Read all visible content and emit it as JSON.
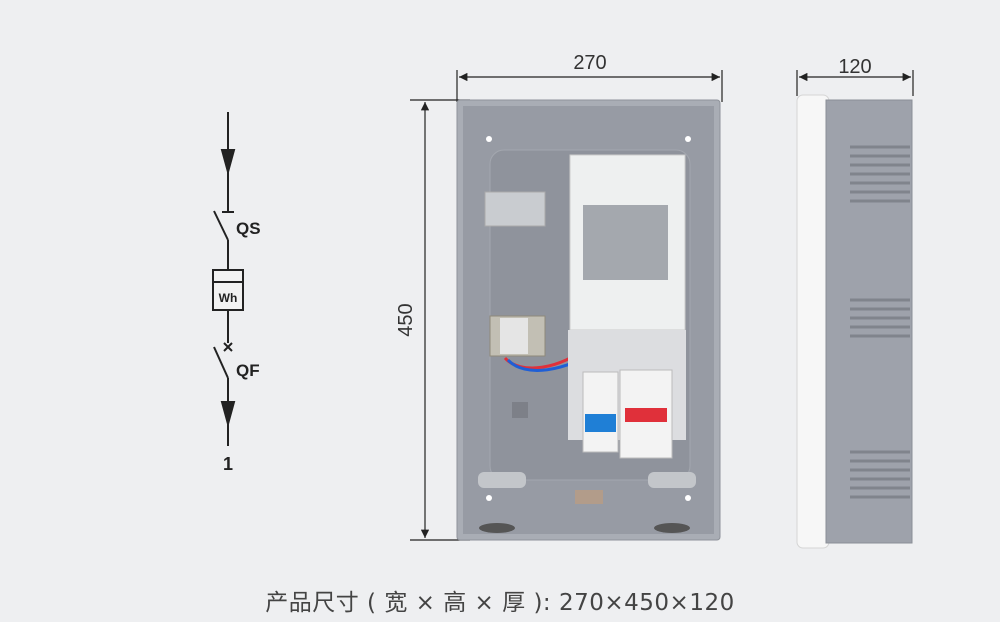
{
  "schematic": {
    "switch_label": "QS",
    "meter_label": "Wh",
    "breaker_label": "QF",
    "circuit_number": "1"
  },
  "dimensions": {
    "width": "270",
    "height": "450",
    "depth": "120"
  },
  "caption": "产品尺寸 ( 宽 × 高 × 厚 ):  270×450×120",
  "colors": {
    "background": "#eeeff1",
    "enclosure": "#9a9ea8",
    "cover": "#f4f4f4",
    "breaker_blue": "#1f7fd6",
    "breaker_red": "#e0303a"
  }
}
